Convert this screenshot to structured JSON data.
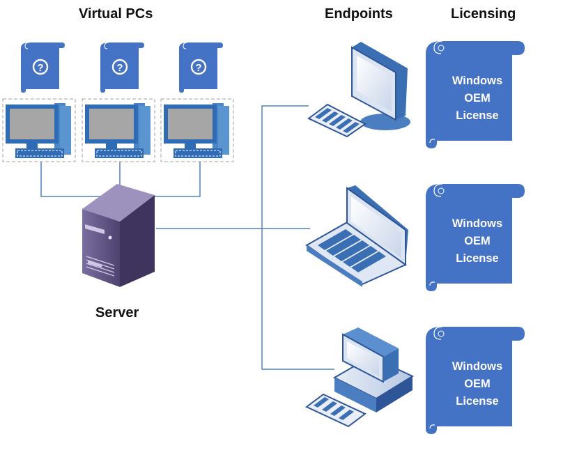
{
  "headings": {
    "virtual_pcs": "Virtual PCs",
    "endpoints": "Endpoints",
    "licensing": "Licensing",
    "server": "Server"
  },
  "virtual_pcs": [
    {
      "license_symbol": "?"
    },
    {
      "license_symbol": "?"
    },
    {
      "license_symbol": "?"
    }
  ],
  "endpoints": [
    {
      "device": "desktop-monitor-icon"
    },
    {
      "device": "laptop-icon"
    },
    {
      "device": "workstation-icon"
    }
  ],
  "licenses": [
    {
      "line1": "Windows",
      "line2": "OEM",
      "line3": "License"
    },
    {
      "line1": "Windows",
      "line2": "OEM",
      "line3": "License"
    },
    {
      "line1": "Windows",
      "line2": "OEM",
      "line3": "License"
    }
  ],
  "colors": {
    "scroll_blue": "#4472c4",
    "scroll_dark": "#2e5597",
    "connector": "#4f81bd",
    "server_purple": "#5b4e7e",
    "screen_gray": "#a6a6a6"
  }
}
